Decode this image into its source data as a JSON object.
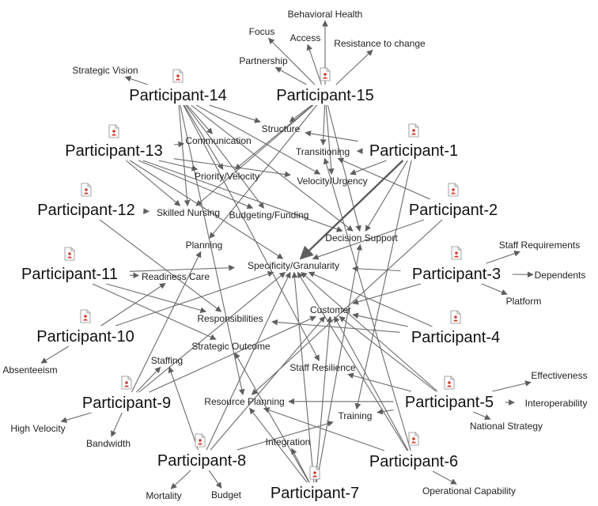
{
  "participants": [
    {
      "id": "P1",
      "label": "Participant-1"
    },
    {
      "id": "P2",
      "label": "Participant-2"
    },
    {
      "id": "P3",
      "label": "Participant-3"
    },
    {
      "id": "P4",
      "label": "Participant-4"
    },
    {
      "id": "P5",
      "label": "Participant-5"
    },
    {
      "id": "P6",
      "label": "Participant-6"
    },
    {
      "id": "P7",
      "label": "Participant-7"
    },
    {
      "id": "P8",
      "label": "Participant-8"
    },
    {
      "id": "P9",
      "label": "Participant-9"
    },
    {
      "id": "P10",
      "label": "Participant-10"
    },
    {
      "id": "P11",
      "label": "Participant-11"
    },
    {
      "id": "P12",
      "label": "Participant-12"
    },
    {
      "id": "P13",
      "label": "Participant-13"
    },
    {
      "id": "P14",
      "label": "Participant-14"
    },
    {
      "id": "P15",
      "label": "Participant-15"
    }
  ],
  "themes": [
    {
      "id": "behavioral_health",
      "label": "Behavioral Health"
    },
    {
      "id": "focus",
      "label": "Focus"
    },
    {
      "id": "access",
      "label": "Access"
    },
    {
      "id": "resistance",
      "label": "Resistance to change"
    },
    {
      "id": "partnership",
      "label": "Partnership"
    },
    {
      "id": "strategic_vision",
      "label": "Strategic Vision"
    },
    {
      "id": "structure",
      "label": "Structure"
    },
    {
      "id": "communication",
      "label": "Communication"
    },
    {
      "id": "transitioning",
      "label": "Transitioning"
    },
    {
      "id": "priority_velocity",
      "label": "Priority/Velocity"
    },
    {
      "id": "velocity_urgency",
      "label": "Velocity/Urgency"
    },
    {
      "id": "skilled_nursing",
      "label": "Skilled Nursing"
    },
    {
      "id": "budgeting_funding",
      "label": "Budgeting/Funding"
    },
    {
      "id": "decision_support",
      "label": "Decision Support"
    },
    {
      "id": "planning",
      "label": "Planning"
    },
    {
      "id": "specificity",
      "label": "Specificity/Granularity"
    },
    {
      "id": "staff_requirements",
      "label": "Staff Requirements"
    },
    {
      "id": "dependents",
      "label": "Dependents"
    },
    {
      "id": "platform",
      "label": "Platform"
    },
    {
      "id": "readiness_care",
      "label": "Readiness Care"
    },
    {
      "id": "customer",
      "label": "Customer"
    },
    {
      "id": "responsibilities",
      "label": "Responsibilities"
    },
    {
      "id": "strategic_outcome",
      "label": "Strategic Outcome"
    },
    {
      "id": "absenteeism",
      "label": "Absenteeism"
    },
    {
      "id": "staffing",
      "label": "Staffing"
    },
    {
      "id": "staff_resilience",
      "label": "Staff Resilience"
    },
    {
      "id": "effectiveness",
      "label": "Effectiveness"
    },
    {
      "id": "interoperability",
      "label": "Interoperability"
    },
    {
      "id": "resource_planning",
      "label": "Resource Planning"
    },
    {
      "id": "national_strategy",
      "label": "National Strategy"
    },
    {
      "id": "high_velocity",
      "label": "High Velocity"
    },
    {
      "id": "bandwidth",
      "label": "Bandwidth"
    },
    {
      "id": "training",
      "label": "Training"
    },
    {
      "id": "integration",
      "label": "Integration"
    },
    {
      "id": "mortality",
      "label": "Mortality"
    },
    {
      "id": "budget",
      "label": "Budget"
    },
    {
      "id": "operational_capability",
      "label": "Operational Capability"
    }
  ],
  "edges": [
    [
      "P15",
      "behavioral_health"
    ],
    [
      "P15",
      "focus"
    ],
    [
      "P15",
      "access"
    ],
    [
      "P15",
      "resistance"
    ],
    [
      "P15",
      "partnership"
    ],
    [
      "P15",
      "structure"
    ],
    [
      "P15",
      "transitioning"
    ],
    [
      "P15",
      "decision_support"
    ],
    [
      "P15",
      "velocity_urgency"
    ],
    [
      "P15",
      "planning"
    ],
    [
      "P15",
      "priority_velocity"
    ],
    [
      "P15",
      "skilled_nursing"
    ],
    [
      "P14",
      "strategic_vision"
    ],
    [
      "P14",
      "structure"
    ],
    [
      "P14",
      "communication"
    ],
    [
      "P14",
      "velocity_urgency"
    ],
    [
      "P14",
      "skilled_nursing"
    ],
    [
      "P14",
      "priority_velocity"
    ],
    [
      "P14",
      "budgeting_funding"
    ],
    [
      "P14",
      "staff_resilience"
    ],
    [
      "P14",
      "resource_planning"
    ],
    [
      "P14",
      "decision_support"
    ],
    [
      "P13",
      "communication"
    ],
    [
      "P13",
      "priority_velocity"
    ],
    [
      "P13",
      "budgeting_funding"
    ],
    [
      "P13",
      "velocity_urgency"
    ],
    [
      "P13",
      "decision_support"
    ],
    [
      "P13",
      "specificity"
    ],
    [
      "P13",
      "skilled_nursing"
    ],
    [
      "P12",
      "skilled_nursing"
    ],
    [
      "P12",
      "responsibilities"
    ],
    [
      "P11",
      "specificity"
    ],
    [
      "P11",
      "readiness_care"
    ],
    [
      "P11",
      "responsibilities"
    ],
    [
      "P11",
      "strategic_outcome"
    ],
    [
      "P10",
      "readiness_care"
    ],
    [
      "P10",
      "specificity"
    ],
    [
      "P10",
      "absenteeism"
    ],
    [
      "P9",
      "high_velocity"
    ],
    [
      "P9",
      "bandwidth"
    ],
    [
      "P9",
      "planning"
    ],
    [
      "P9",
      "specificity"
    ],
    [
      "P9",
      "customer"
    ],
    [
      "P9",
      "staffing"
    ],
    [
      "P8",
      "mortality"
    ],
    [
      "P8",
      "budget"
    ],
    [
      "P8",
      "training"
    ],
    [
      "P8",
      "specificity"
    ],
    [
      "P8",
      "customer"
    ],
    [
      "P8",
      "staffing"
    ],
    [
      "P7",
      "resource_planning"
    ],
    [
      "P7",
      "strategic_outcome"
    ],
    [
      "P7",
      "customer"
    ],
    [
      "P7",
      "specificity"
    ],
    [
      "P7",
      "decision_support"
    ],
    [
      "P7",
      "integration"
    ],
    [
      "P6",
      "operational_capability"
    ],
    [
      "P6",
      "customer"
    ],
    [
      "P6",
      "specificity"
    ],
    [
      "P6",
      "transitioning"
    ],
    [
      "P6",
      "resource_planning"
    ],
    [
      "P5",
      "effectiveness"
    ],
    [
      "P5",
      "interoperability"
    ],
    [
      "P5",
      "national_strategy"
    ],
    [
      "P5",
      "resource_planning"
    ],
    [
      "P5",
      "specificity"
    ],
    [
      "P5",
      "customer"
    ],
    [
      "P5",
      "staff_resilience"
    ],
    [
      "P5",
      "training"
    ],
    [
      "P4",
      "customer"
    ],
    [
      "P4",
      "responsibilities"
    ],
    [
      "P4",
      "specificity"
    ],
    [
      "P3",
      "staff_requirements"
    ],
    [
      "P3",
      "dependents"
    ],
    [
      "P3",
      "platform"
    ],
    [
      "P3",
      "specificity"
    ],
    [
      "P3",
      "customer"
    ],
    [
      "P2",
      "specificity"
    ],
    [
      "P2",
      "resource_planning"
    ],
    [
      "P2",
      "transitioning"
    ],
    [
      "P1",
      "structure"
    ],
    [
      "P1",
      "velocity_urgency"
    ],
    [
      "P1",
      "decision_support"
    ],
    [
      "P1",
      "specificity"
    ],
    [
      "P1",
      "training"
    ],
    [
      "P1",
      "transitioning"
    ]
  ],
  "heavy_edges": [
    [
      "P1",
      "specificity"
    ]
  ]
}
